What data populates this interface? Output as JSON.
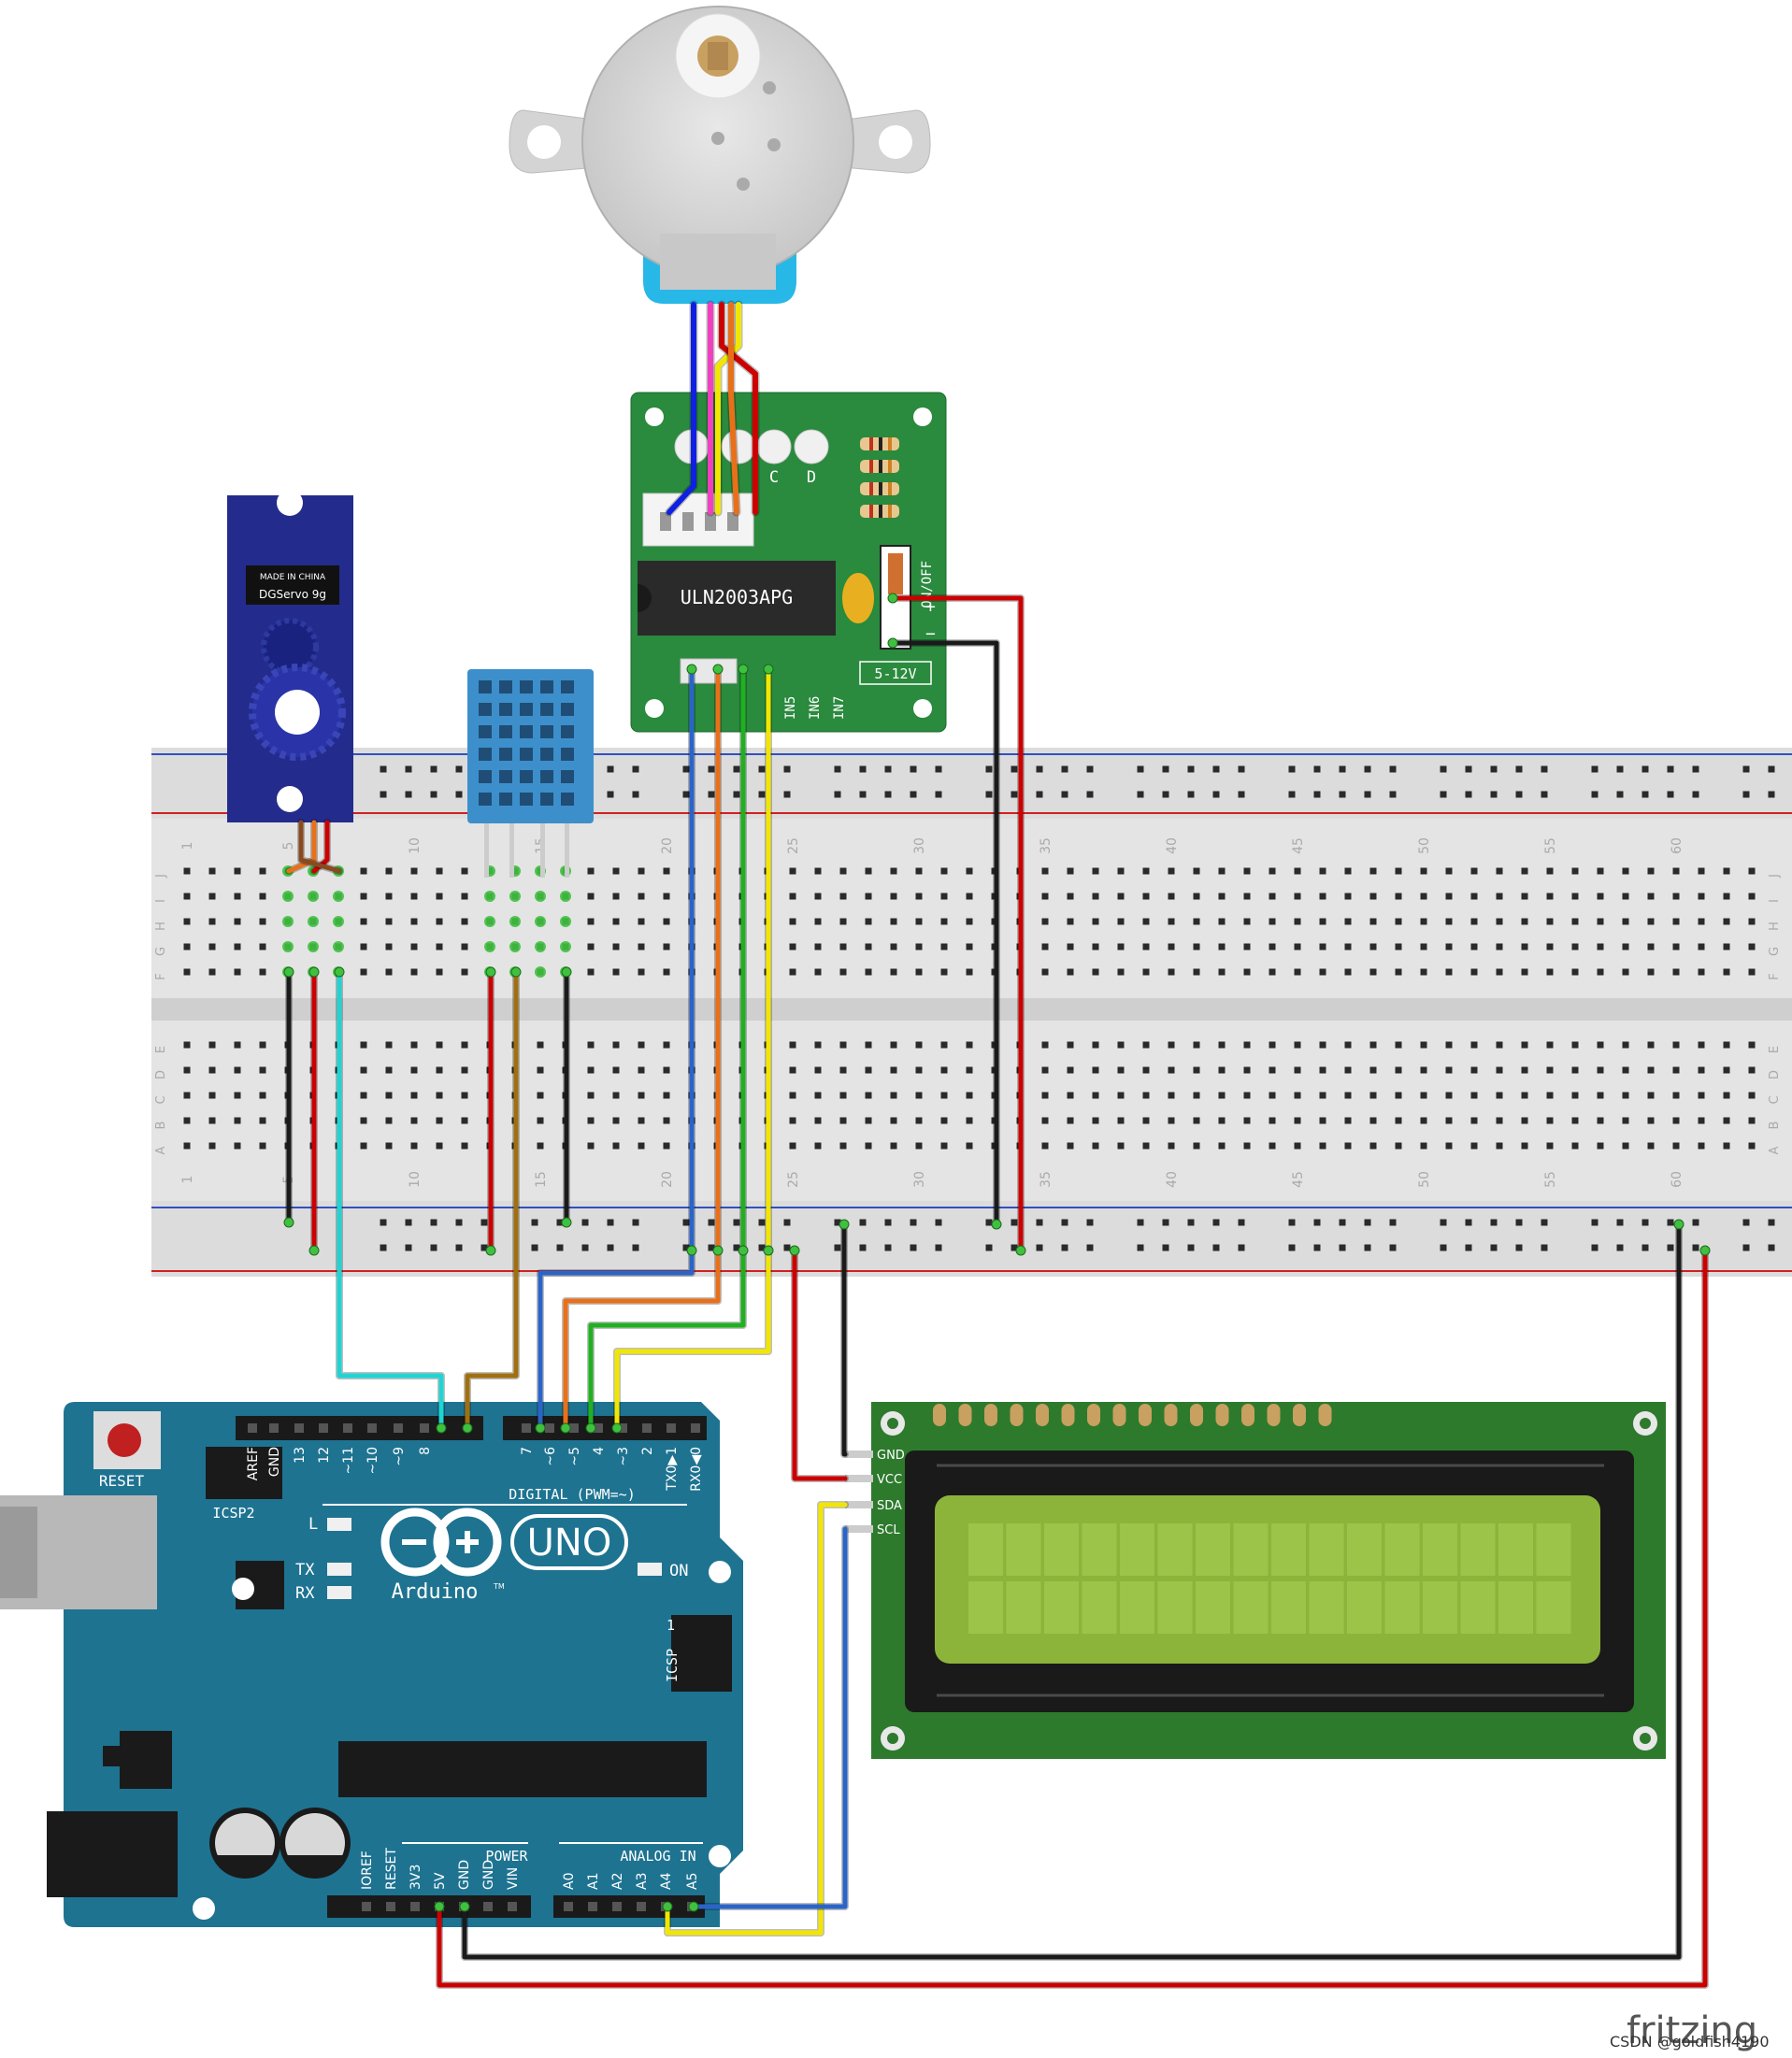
{
  "stepper_motor": {
    "driver_chip": "ULN2003APG",
    "led_labels": [
      "C",
      "D"
    ],
    "input_labels": [
      "IN5",
      "IN6",
      "IN7"
    ],
    "voltage": "5-12V",
    "switch": "ON/OFF",
    "plus": "+",
    "minus": "−"
  },
  "servo": {
    "brand": "DGServo 9g",
    "origin": "MADE IN CHINA"
  },
  "breadboard": {
    "col_numbers": [
      "1",
      "5",
      "10",
      "15",
      "20",
      "25",
      "30",
      "35",
      "40",
      "45",
      "50",
      "55",
      "60"
    ],
    "row_letters_top": [
      "J",
      "I",
      "H",
      "G",
      "F"
    ],
    "row_letters_bottom": [
      "E",
      "D",
      "C",
      "B",
      "A"
    ]
  },
  "arduino": {
    "reset": "RESET",
    "icsp2": "ICSP2",
    "icsp": "ICSP",
    "icsp_one": "1",
    "digital_label": "DIGITAL (PWM=~)",
    "digital_pins": [
      "AREF",
      "GND",
      "13",
      "12",
      "~11",
      "~10",
      "~9",
      "8",
      "7",
      "~6",
      "~5",
      "4",
      "~3",
      "2",
      "TX0▶1",
      "RX0◀0"
    ],
    "led_l": "L",
    "led_tx": "TX",
    "led_rx": "RX",
    "led_on": "ON",
    "brand": "Arduino",
    "trademark": "TM",
    "model": "UNO",
    "power_label": "POWER",
    "power_pins": [
      "IOREF",
      "RESET",
      "3V3",
      "5V",
      "GND",
      "GND",
      "VIN"
    ],
    "analog_label": "ANALOG IN",
    "analog_pins": [
      "A0",
      "A1",
      "A2",
      "A3",
      "A4",
      "A5"
    ]
  },
  "lcd": {
    "pins": [
      "GND",
      "VCC",
      "SDA",
      "SCL"
    ]
  },
  "footer": {
    "logo": "fritzing",
    "watermark": "CSDN @goldfish4190"
  },
  "colors": {
    "arduino_board": "#1e7391",
    "lcd_board": "#2d7a2d",
    "lcd_screen": "#8db43a",
    "driver_board": "#2a8a3e",
    "servo_body": "#232c8c",
    "sensor_body": "#3d8fcb",
    "wire_red": "#cc0000",
    "wire_black": "#1a1a1a",
    "wire_yellow": "#f2e600",
    "wire_blue": "#2a64c8",
    "wire_green": "#20b020",
    "wire_orange": "#e8701a",
    "wire_cyan": "#20d4d4",
    "wire_brown": "#a07010",
    "wire_pink": "#f040c0",
    "wire_darkblue": "#1020e0"
  }
}
